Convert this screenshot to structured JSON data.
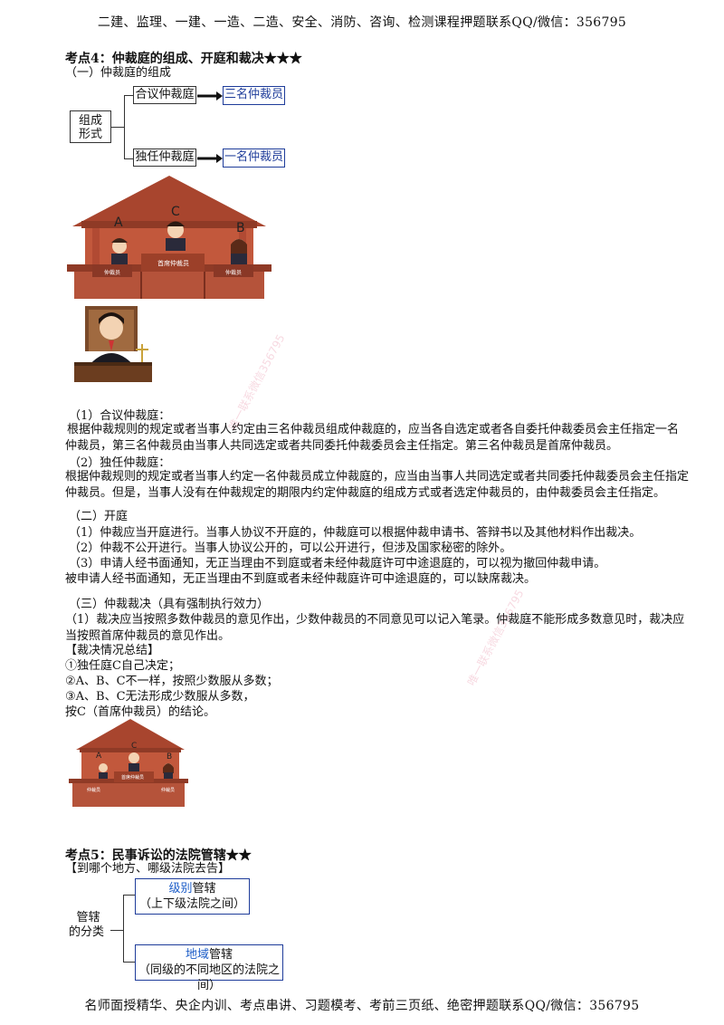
{
  "header": "二建、监理、一建、一造、二造、安全、消防、咨询、检测课程押题联系QQ/微信：356795",
  "footer": "名师面授精华、央企内训、考点串讲、习题模考、考前三页纸、绝密押题联系QQ/微信：356795",
  "section4": {
    "title": "考点4：仲裁庭的组成、开庭和裁决★★★",
    "sub1": "（一）仲裁庭的组成",
    "diagram": {
      "root": [
        "组成",
        "形式"
      ],
      "branch_top": "合议仲裁庭",
      "branch_top_result": "三名仲裁员",
      "branch_bottom": "独任仲裁庭",
      "branch_bottom_result": "一名仲裁员"
    },
    "court": {
      "label_a": "A",
      "label_b": "B",
      "label_c": "C",
      "desk_left": "仲裁员",
      "desk_center": "首席仲裁员",
      "desk_right": "仲裁员"
    },
    "p1_head": "（1）合议仲裁庭：",
    "p1_body": "根据仲裁规则的规定或者当事人约定由三名仲裁员组成仲裁庭的，应当各自选定或者各自委托仲裁委员会主任指定一名仲裁员，第三名仲裁员由当事人共同选定或者共同委托仲裁委员会主任指定。第三名仲裁员是首席仲裁员。",
    "p2_head": "（2）独任仲裁庭：",
    "p2_body": "根据仲裁规则的规定或者当事人约定一名仲裁员成立仲裁庭的，应当由当事人共同选定或者共同委托仲裁委员会主任指定仲裁员。但是，当事人没有在仲裁规定的期限内约定仲裁庭的组成方式或者选定仲裁员的，由仲裁委员会主任指定。",
    "sub2": "（二）开庭",
    "k1": "（1）仲裁应当开庭进行。当事人协议不开庭的，仲裁庭可以根据仲裁申请书、答辩书以及其他材料作出裁决。",
    "k2": "（2）仲裁不公开进行。当事人协议公开的，可以公开进行，但涉及国家秘密的除外。",
    "k3": "（3）申请人经书面通知，无正当理由不到庭或者未经仲裁庭许可中途退庭的，可以视为撤回仲裁申请。",
    "k4": "被申请人经书面通知，无正当理由不到庭或者未经仲裁庭许可中途退庭的，可以缺席裁决。",
    "sub3": "（三）仲裁裁决（具有强制执行效力）",
    "v1": "（1）裁决应当按照多数仲裁员的意见作出，少数仲裁员的不同意见可以记入笔录。仲裁庭不能形成多数意见时，裁决应当按照首席仲裁员的意见作出。",
    "summary_title": "【裁决情况总结】",
    "s1": "①独任庭C自己决定；",
    "s2": "②A、B、C不一样，按照少数服从多数；",
    "s3": "③A、B、C无法形成少数服从多数，",
    "s4": "按C（首席仲裁员）的结论。"
  },
  "section5": {
    "title": "考点5：民事诉讼的法院管辖★★",
    "sub": "【到哪个地方、哪级法院去告】",
    "root": [
      "管辖",
      "的分类"
    ],
    "top_key": "级别",
    "top_rest": "管辖",
    "top_note": "（上下级法院之间）",
    "bottom_key": "地域",
    "bottom_rest": "管辖",
    "bottom_note": "（同级的不同地区的法院之间）"
  },
  "watermarks": [
    "唯一联系微信356795",
    "唯一联系微信356795"
  ],
  "colors": {
    "court_roof": "#a8452e",
    "court_wall": "#c2583c",
    "court_desk": "#b5533a",
    "blue_border": "#1e3c9a",
    "blue_text": "#1e5ec8"
  }
}
